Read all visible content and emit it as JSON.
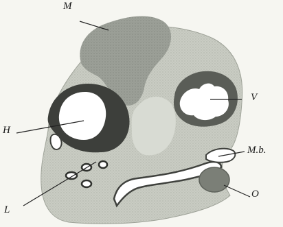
{
  "labels": {
    "M": "M",
    "V": "V",
    "H": "H",
    "Mb": "M.b.",
    "O": "O",
    "L": "L"
  }
}
